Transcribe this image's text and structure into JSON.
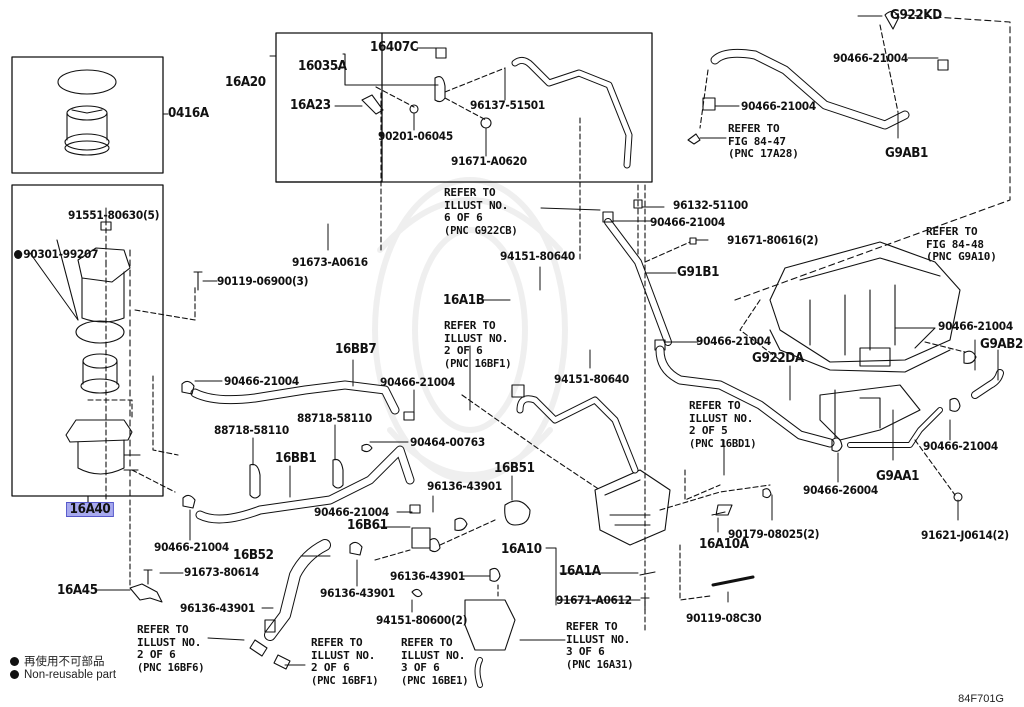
{
  "diagram": {
    "figure_id": "84F701G",
    "selected_part": "16A40",
    "highlight_color": "#a7a9ee",
    "highlight_border": "#5557c9",
    "legend": [
      {
        "icon": "filled-circle-icon",
        "text": "再使用不可部品"
      },
      {
        "icon": "filled-circle-icon",
        "text": "Non-reusable part"
      }
    ],
    "parts": [
      {
        "id": "p0416A",
        "code": "0416A"
      },
      {
        "id": "p16A20",
        "code": "16A20"
      },
      {
        "id": "p16035A",
        "code": "16035A"
      },
      {
        "id": "p16407C",
        "code": "16407C"
      },
      {
        "id": "p16A23",
        "code": "16A23"
      },
      {
        "id": "p96137_51501",
        "code": "96137-51501"
      },
      {
        "id": "p90201_06045",
        "code": "90201-06045"
      },
      {
        "id": "p91671_A0620",
        "code": "91671-A0620"
      },
      {
        "id": "pG922KD",
        "code": "G922KD"
      },
      {
        "id": "p90466_21004_a",
        "code": "90466-21004"
      },
      {
        "id": "p90466_21004_b",
        "code": "90466-21004"
      },
      {
        "id": "pG9AB1",
        "code": "G9AB1"
      },
      {
        "id": "p91551_80630",
        "code": "91551-80630(5)"
      },
      {
        "id": "p90301_99207",
        "code": "90301-99207",
        "non_reusable": true
      },
      {
        "id": "p91673_A0616",
        "code": "91673-A0616"
      },
      {
        "id": "p90119_06900",
        "code": "90119-06900(3)"
      },
      {
        "id": "p96132_51100",
        "code": "96132-51100"
      },
      {
        "id": "p90466_21004_c",
        "code": "90466-21004"
      },
      {
        "id": "p91671_80616",
        "code": "91671-80616(2)"
      },
      {
        "id": "p94151_80640_a",
        "code": "94151-80640"
      },
      {
        "id": "pG91B1",
        "code": "G91B1"
      },
      {
        "id": "p16A1B",
        "code": "16A1B"
      },
      {
        "id": "p90466_21004_d",
        "code": "90466-21004"
      },
      {
        "id": "p90466_21004_e",
        "code": "90466-21004"
      },
      {
        "id": "pG9AB2",
        "code": "G9AB2"
      },
      {
        "id": "pG922DA",
        "code": "G922DA"
      },
      {
        "id": "p16BB7",
        "code": "16BB7"
      },
      {
        "id": "p90466_21004_f",
        "code": "90466-21004"
      },
      {
        "id": "p90466_21004_g",
        "code": "90466-21004"
      },
      {
        "id": "p94151_80640_b",
        "code": "94151-80640"
      },
      {
        "id": "p88718_58110_a",
        "code": "88718-58110"
      },
      {
        "id": "p88718_58110_b",
        "code": "88718-58110"
      },
      {
        "id": "p90464_00763",
        "code": "90464-00763"
      },
      {
        "id": "p16BB1",
        "code": "16BB1"
      },
      {
        "id": "p16A40",
        "code": "16A40"
      },
      {
        "id": "p96136_43901_a",
        "code": "96136-43901"
      },
      {
        "id": "p16B51",
        "code": "16B51"
      },
      {
        "id": "p90466_21004_h",
        "code": "90466-21004"
      },
      {
        "id": "p16B61",
        "code": "16B61"
      },
      {
        "id": "p90466_21004_i",
        "code": "90466-21004"
      },
      {
        "id": "p90466_26004",
        "code": "90466-26004"
      },
      {
        "id": "pG9AA1",
        "code": "G9AA1"
      },
      {
        "id": "p90466_21004_j",
        "code": "90466-21004"
      },
      {
        "id": "p91621_J0614",
        "code": "91621-J0614(2)"
      },
      {
        "id": "p90179_08025",
        "code": "90179-08025(2)"
      },
      {
        "id": "p16A10A",
        "code": "16A10A"
      },
      {
        "id": "p16B52",
        "code": "16B52"
      },
      {
        "id": "p16A10",
        "code": "16A10"
      },
      {
        "id": "p91673_80614",
        "code": "91673-80614"
      },
      {
        "id": "p16A45",
        "code": "16A45"
      },
      {
        "id": "p96136_43901_b",
        "code": "96136-43901"
      },
      {
        "id": "p96136_43901_c",
        "code": "96136-43901"
      },
      {
        "id": "p16A1A",
        "code": "16A1A"
      },
      {
        "id": "p96136_43901_d",
        "code": "96136-43901"
      },
      {
        "id": "p94151_80600",
        "code": "94151-80600(2)"
      },
      {
        "id": "p91671_A0612",
        "code": "91671-A0612"
      },
      {
        "id": "p90119_08C30",
        "code": "90119-08C30"
      }
    ],
    "references": [
      {
        "id": "r17A28",
        "lines": [
          "REFER TO",
          "FIG 84-47",
          "(PNC 17A28)"
        ]
      },
      {
        "id": "rG922CB",
        "lines": [
          "REFER TO",
          "ILLUST NO.",
          "6 OF 6",
          "(PNC G922CB)"
        ]
      },
      {
        "id": "rG9A10",
        "lines": [
          "REFER TO",
          "FIG 84-48",
          "(PNC G9A10)"
        ]
      },
      {
        "id": "r16BF1_a",
        "lines": [
          "REFER TO",
          "ILLUST NO.",
          "2 OF 6",
          "(PNC 16BF1)"
        ]
      },
      {
        "id": "r16BD1",
        "lines": [
          "REFER TO",
          "ILLUST NO.",
          "2 OF 5",
          "(PNC 16BD1)"
        ]
      },
      {
        "id": "r16BF6",
        "lines": [
          "REFER TO",
          "ILLUST NO.",
          "2 OF 6",
          "(PNC 16BF6)"
        ]
      },
      {
        "id": "r16BF1_b",
        "lines": [
          "REFER TO",
          "ILLUST NO.",
          "2 OF 6",
          "(PNC 16BF1)"
        ]
      },
      {
        "id": "r16BE1",
        "lines": [
          "REFER TO",
          "ILLUST NO.",
          "3 OF 6",
          "(PNC 16BE1)"
        ]
      },
      {
        "id": "r16A31",
        "lines": [
          "REFER TO",
          "ILLUST NO.",
          "3 OF 6",
          "(PNC 16A31)"
        ]
      }
    ]
  }
}
